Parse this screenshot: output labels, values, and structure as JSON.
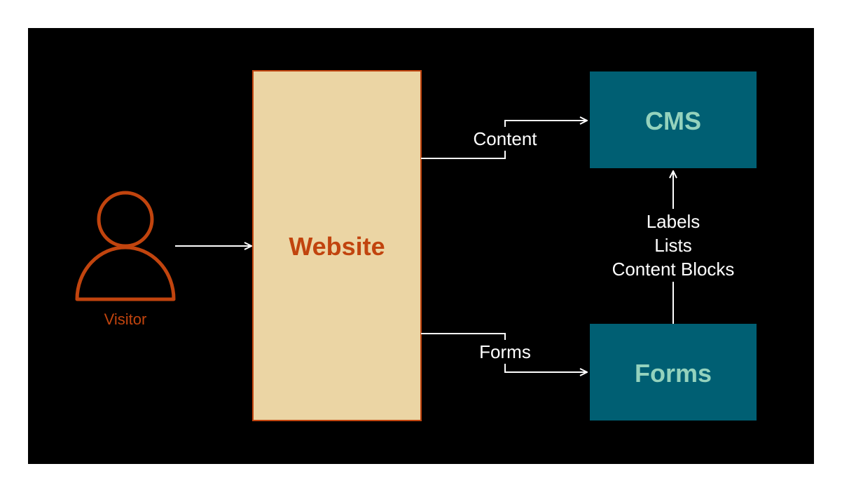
{
  "colors": {
    "background": "#000000",
    "page": "#ffffff",
    "website_fill": "#ebd5a4",
    "website_stroke": "#c1440e",
    "website_text": "#c1440e",
    "service_fill": "#005f73",
    "service_text": "#94d2bd",
    "visitor": "#c1440e",
    "connector": "#ffffff"
  },
  "nodes": {
    "visitor": {
      "label": "Visitor",
      "icon": "person-icon"
    },
    "website": {
      "label": "Website"
    },
    "cms": {
      "label": "CMS"
    },
    "forms": {
      "label": "Forms"
    }
  },
  "edges": {
    "visitor_to_website": {
      "label": ""
    },
    "website_to_cms": {
      "label": "Content"
    },
    "website_to_forms": {
      "label": "Forms"
    },
    "forms_to_cms": {
      "labels": [
        "Labels",
        "Lists",
        "Content Blocks"
      ]
    }
  }
}
